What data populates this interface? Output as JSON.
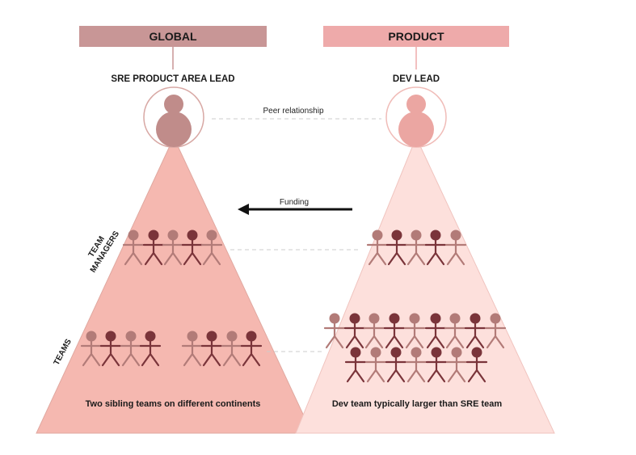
{
  "left": {
    "header": "GLOBAL",
    "role": "SRE PRODUCT AREA LEAD",
    "section_managers_line1": "TEAM",
    "section_managers_line2": "MANAGERS",
    "section_teams": "TEAMS",
    "caption": "Two sibling teams on different continents"
  },
  "right": {
    "header": "PRODUCT",
    "role": "DEV LEAD",
    "caption": "Dev team typically larger than SRE team"
  },
  "relations": {
    "peer": "Peer relationship",
    "funding": "Funding"
  },
  "colors": {
    "left_header_bg": "#c89696",
    "right_header_bg": "#eeaaaa",
    "left_triangle": "#f5b8b0",
    "right_triangle": "#fde0dc",
    "left_avatar": "#c08c8a",
    "right_avatar": "#eba6a2",
    "figure_dark": "#7a343a",
    "figure_light": "#b27b78",
    "dashed_line": "#cccccc",
    "arrow": "#111111"
  }
}
